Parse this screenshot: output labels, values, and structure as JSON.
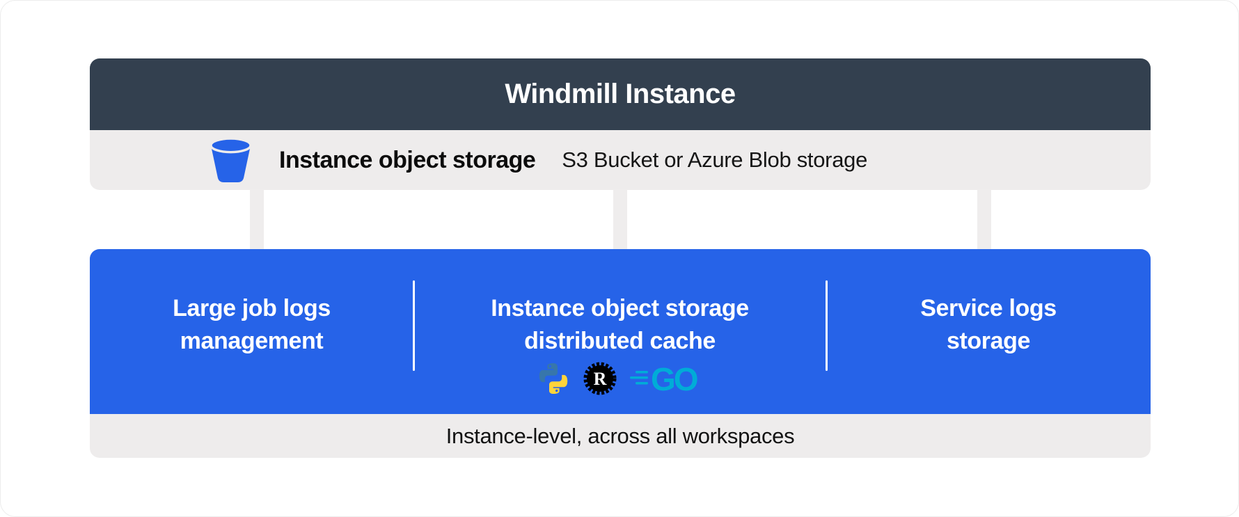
{
  "header": {
    "title": "Windmill Instance"
  },
  "storage_row": {
    "icon": "bucket-icon",
    "label": "Instance object storage",
    "description": "S3 Bucket or Azure Blob storage"
  },
  "sections": [
    {
      "title_lines": [
        "Large job logs",
        "management"
      ]
    },
    {
      "title_lines": [
        "Instance object storage",
        "distributed cache"
      ],
      "languages": [
        "python",
        "rust",
        "go"
      ]
    },
    {
      "title_lines": [
        "Service logs",
        "storage"
      ]
    }
  ],
  "language_icons": {
    "rust_letter": "R",
    "go_letters": "GO"
  },
  "footer": {
    "label": "Instance-level, across all workspaces"
  },
  "colors": {
    "header_bg": "#33404F",
    "panel_blue": "#2663E8",
    "bar_gray": "#EEECEC",
    "arrow_gray": "#EFEDED",
    "python_blue": "#3776AB",
    "python_yellow": "#FFD43B",
    "rust_black": "#000000",
    "go_teal": "#00ACD7"
  }
}
